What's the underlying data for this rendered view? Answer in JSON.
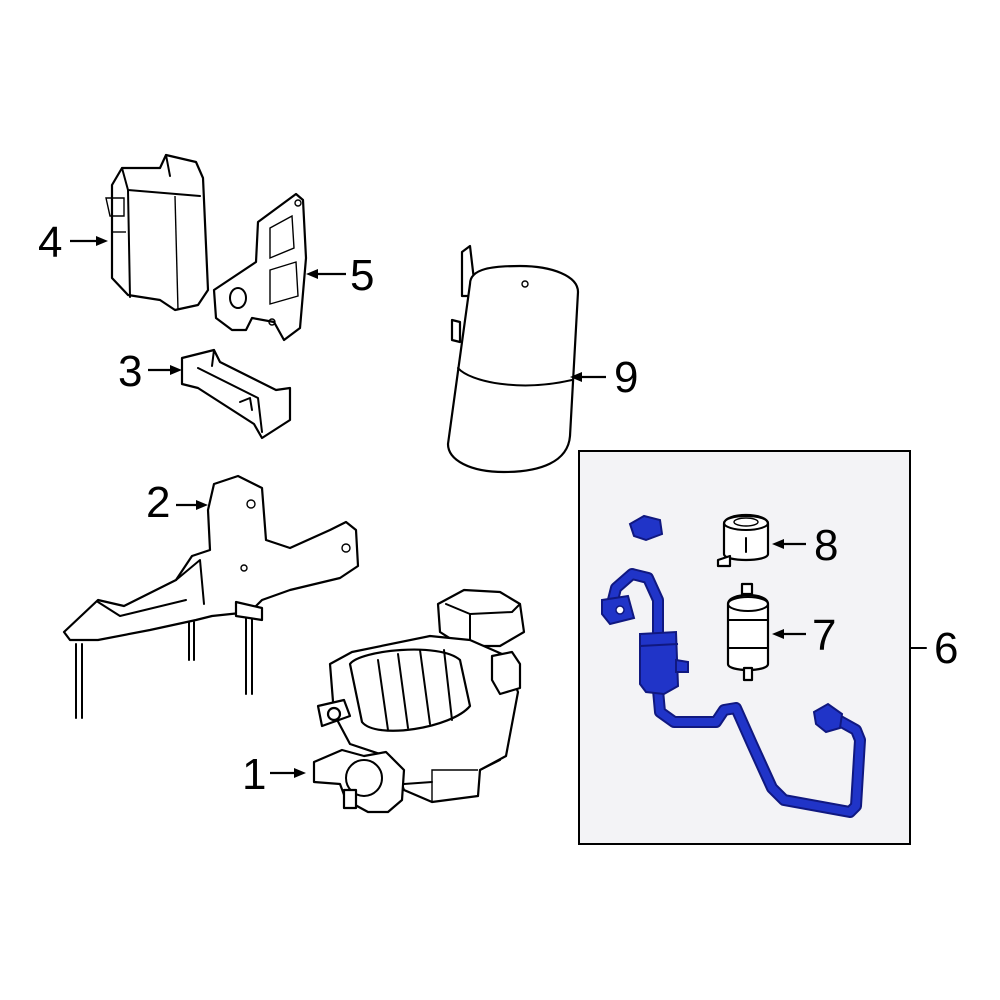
{
  "callouts": {
    "c1": "1",
    "c2": "2",
    "c3": "3",
    "c4": "4",
    "c5": "5",
    "c6": "6",
    "c7": "7",
    "c8": "8",
    "c9": "9"
  },
  "colors": {
    "line": "#000000",
    "highlight": "#2034c8",
    "highlight_outline": "#101880",
    "inset_background": "#f3f3f6",
    "background": "#ffffff"
  }
}
